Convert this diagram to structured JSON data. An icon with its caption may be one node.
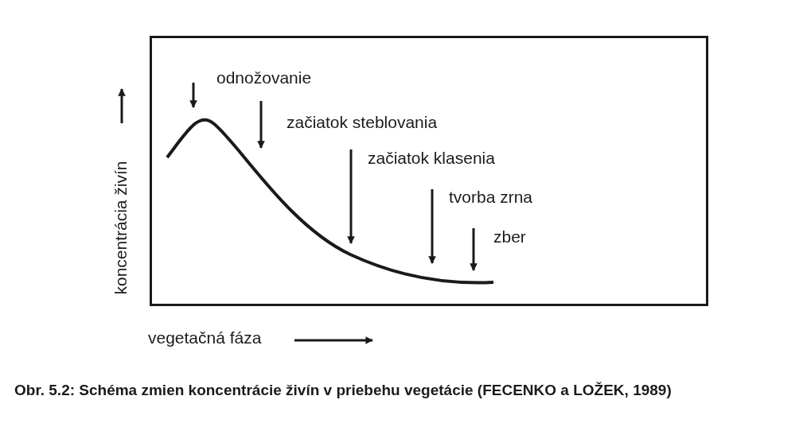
{
  "diagram": {
    "caption": "Obr. 5.2: Schéma zmien koncentrácie živín v priebehu vegetácie (FECENKO a LOŽEK, 1989)",
    "labels": [
      "odnožovanie",
      "začiatok steblovania",
      "začiatok klasenia",
      "tvorba zrna",
      "zber",
      "koncentrácia živín",
      "vegetačná fáza"
    ]
  }
}
